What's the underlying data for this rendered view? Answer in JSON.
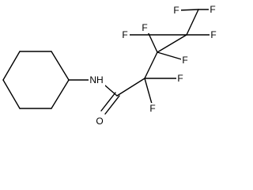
{
  "molecule": {
    "atoms": {
      "nh": "NH",
      "o": "O",
      "f_c2_lower_left": "F",
      "f_c2_right": "F",
      "f_c3_upper_left": "F",
      "f_c3_lower_right": "F",
      "f_c4_upper": "F",
      "f_c4_right": "F",
      "f_c5_upper": "F",
      "f_c5_right": "F"
    },
    "colors": {
      "bond": "#000000",
      "label": "#000000",
      "background": "#ffffff"
    }
  }
}
